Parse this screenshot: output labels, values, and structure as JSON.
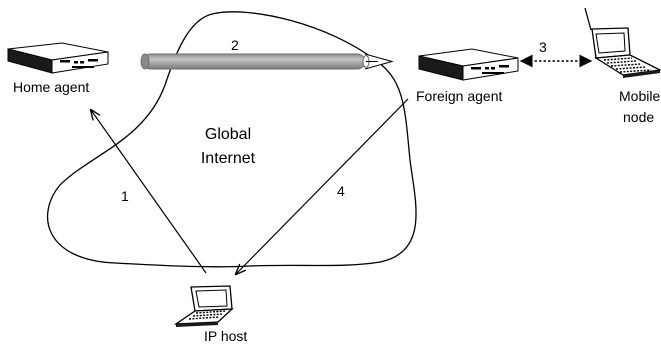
{
  "nodes": {
    "home_agent": {
      "label": "Home agent"
    },
    "foreign_agent": {
      "label": "Foreign agent"
    },
    "mobile_node": {
      "label_line1": "Mobile",
      "label_line2": "node"
    },
    "ip_host": {
      "label": "IP host"
    }
  },
  "cloud": {
    "label_line1": "Global",
    "label_line2": "Internet"
  },
  "steps": {
    "step_1": "1",
    "step_2": "2",
    "step_3": "3",
    "step_4": "4"
  },
  "colors": {
    "line": "#000000",
    "tunnel_fill": "#a8a8a8",
    "tunnel_edge": "#6e6e6e",
    "device_dark": "#1a1a1a",
    "background": "#ffffff"
  }
}
